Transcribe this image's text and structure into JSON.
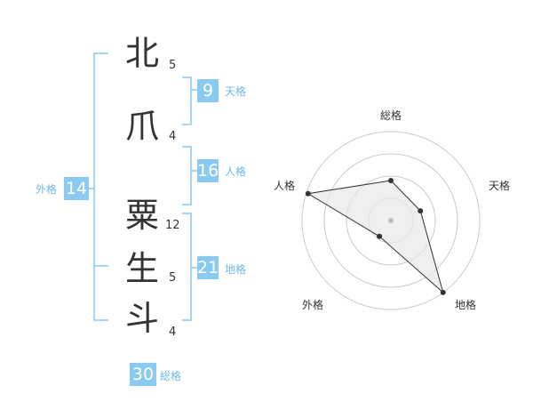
{
  "name": {
    "characters": [
      {
        "char": "北",
        "strokes": "5"
      },
      {
        "char": "爪",
        "strokes": "4"
      },
      {
        "char": "粟",
        "strokes": "12"
      },
      {
        "char": "生",
        "strokes": "5"
      },
      {
        "char": "斗",
        "strokes": "4"
      }
    ]
  },
  "fortunes": {
    "tenkaku": {
      "value": "9",
      "label": "天格"
    },
    "jinkaku": {
      "value": "16",
      "label": "人格"
    },
    "chikaku": {
      "value": "21",
      "label": "地格"
    },
    "gaikaku": {
      "value": "14",
      "label": "外格"
    },
    "soukaku": {
      "value": "30",
      "label": "総格"
    }
  },
  "radar": {
    "axes": [
      "総格",
      "天格",
      "地格",
      "外格",
      "人格"
    ],
    "rings": 4,
    "values": [
      0.45,
      0.35,
      1.0,
      0.22,
      0.98
    ],
    "colors": {
      "ring": "#cccccc",
      "fill": "#e8e8e8",
      "line": "#333333",
      "point": "#333333",
      "center": "#bbbbbb"
    }
  },
  "colors": {
    "bracket": "#8ac9f0",
    "badge": "#8ac9f0"
  }
}
